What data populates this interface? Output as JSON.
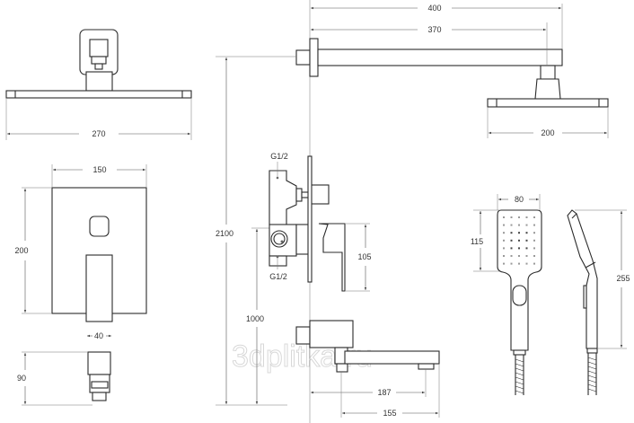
{
  "dimensions": {
    "overhead_front_width": "270",
    "panel_width": "150",
    "panel_height": "200",
    "lever_width": "40",
    "lever_depth": "90",
    "arm_total": "400",
    "arm_to_center": "370",
    "overhead_side_width": "200",
    "install_height_total": "2100",
    "install_height_valve": "1000",
    "inlet_top": "G1/2",
    "inlet_bottom": "G1/2",
    "lever_drop": "105",
    "spout_projection": "187",
    "spout_length": "155",
    "handshower_width": "80",
    "handshower_head_height": "115",
    "handshower_length": "255"
  },
  "watermark": "3dplitka.ru"
}
